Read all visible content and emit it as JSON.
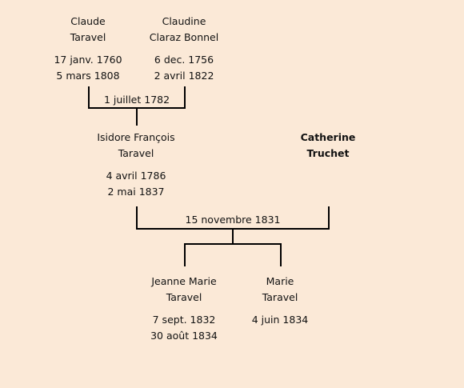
{
  "colors": {
    "background": "#fbe9d7",
    "line": "#000000",
    "text": "#111111"
  },
  "people": {
    "claude": {
      "given": "Claude",
      "surname": "Taravel",
      "birth": "17 janv. 1760",
      "death": "5 mars 1808"
    },
    "claudine": {
      "given": "Claudine",
      "surname": "Claraz Bonnel",
      "birth": "6 dec. 1756",
      "death": "2 avril 1822"
    },
    "isidore": {
      "given": "Isidore François",
      "surname": "Taravel",
      "birth": "4 avril 1786",
      "death": "2 mai 1837"
    },
    "catherine": {
      "given": "Catherine",
      "surname": "Truchet"
    },
    "jeanne": {
      "given": "Jeanne Marie",
      "surname": "Taravel",
      "birth": "7 sept. 1832",
      "death": "30 août 1834"
    },
    "marie": {
      "given": "Marie",
      "surname": "Taravel",
      "birth": "4 juin 1834"
    }
  },
  "marriages": {
    "claude_claudine": "1 juillet 1782",
    "isidore_catherine": "15 novembre 1831"
  }
}
